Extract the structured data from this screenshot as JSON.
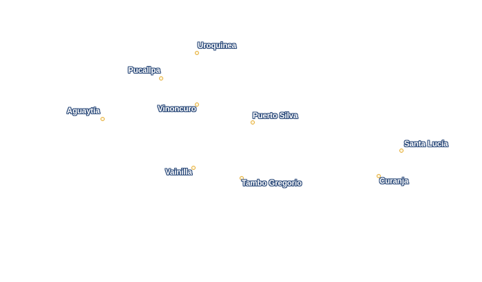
{
  "map": {
    "marker_color": "#e3a92e",
    "label_color": "#ffffff",
    "label_halo_color": "#2b4a7a",
    "places": [
      {
        "id": "uroquinea",
        "name": "Uroquinea"
      },
      {
        "id": "pucallpa",
        "name": "Pucallpa"
      },
      {
        "id": "aguaytia",
        "name": "Aguaytía"
      },
      {
        "id": "vinoncuro",
        "name": "Vinoncuro"
      },
      {
        "id": "puerto-silva",
        "name": "Puerto Silva"
      },
      {
        "id": "santa-lucia",
        "name": "Santa Lucía"
      },
      {
        "id": "vainilla",
        "name": "Vainilla"
      },
      {
        "id": "tambo-gregorio",
        "name": "Tambo Gregorio"
      },
      {
        "id": "curanja",
        "name": "Curanja"
      }
    ]
  }
}
